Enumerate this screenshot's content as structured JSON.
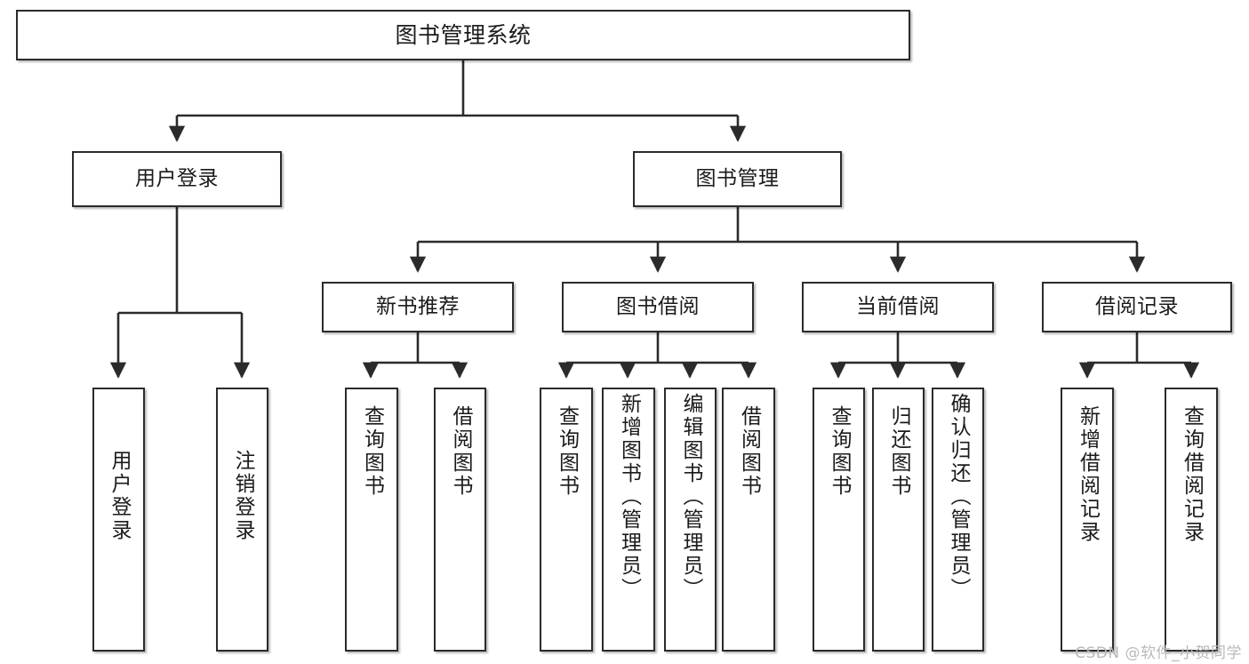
{
  "diagram": {
    "title": "图书管理系统",
    "type": "tree-hierarchy",
    "watermark": "CSDN @软件_小贺同学",
    "colors": {
      "box_border": "#2b2b2b",
      "box_fill": "#ffffff",
      "connector": "#2b2b2b",
      "text": "#1b1b1b",
      "watermark": "#b9b9b9"
    },
    "nodes": {
      "root": {
        "label": "图书管理系统"
      },
      "level2": [
        {
          "id": "user-login",
          "label": "用户登录"
        },
        {
          "id": "book-management",
          "label": "图书管理"
        }
      ],
      "level3": [
        {
          "id": "new-book-recommend",
          "label": "新书推荐"
        },
        {
          "id": "book-borrow",
          "label": "图书借阅"
        },
        {
          "id": "current-borrow",
          "label": "当前借阅"
        },
        {
          "id": "borrow-record",
          "label": "借阅记录"
        }
      ],
      "leaves": [
        {
          "id": "leaf-user-login",
          "label": "用户登录",
          "parent": "user-login"
        },
        {
          "id": "leaf-logout-login",
          "label": "注销登录",
          "parent": "user-login"
        },
        {
          "id": "leaf-query-book-1",
          "label": "查询图书",
          "parent": "new-book-recommend"
        },
        {
          "id": "leaf-borrow-book-1",
          "label": "借阅图书",
          "parent": "new-book-recommend"
        },
        {
          "id": "leaf-query-book-2",
          "label": "查询图书",
          "parent": "book-borrow"
        },
        {
          "id": "leaf-add-book-admin",
          "label": "新增图书（管理员）",
          "parent": "book-borrow"
        },
        {
          "id": "leaf-edit-book-admin",
          "label": "编辑图书（管理员）",
          "parent": "book-borrow"
        },
        {
          "id": "leaf-borrow-book-2",
          "label": "借阅图书",
          "parent": "book-borrow"
        },
        {
          "id": "leaf-query-book-3",
          "label": "查询图书",
          "parent": "current-borrow"
        },
        {
          "id": "leaf-return-book",
          "label": "归还图书",
          "parent": "current-borrow"
        },
        {
          "id": "leaf-confirm-return-admin",
          "label": "确认归还（管理员）",
          "parent": "current-borrow"
        },
        {
          "id": "leaf-add-borrow-record",
          "label": "新增借阅记录",
          "parent": "borrow-record"
        },
        {
          "id": "leaf-query-borrow-record",
          "label": "查询借阅记录",
          "parent": "borrow-record"
        }
      ]
    }
  }
}
